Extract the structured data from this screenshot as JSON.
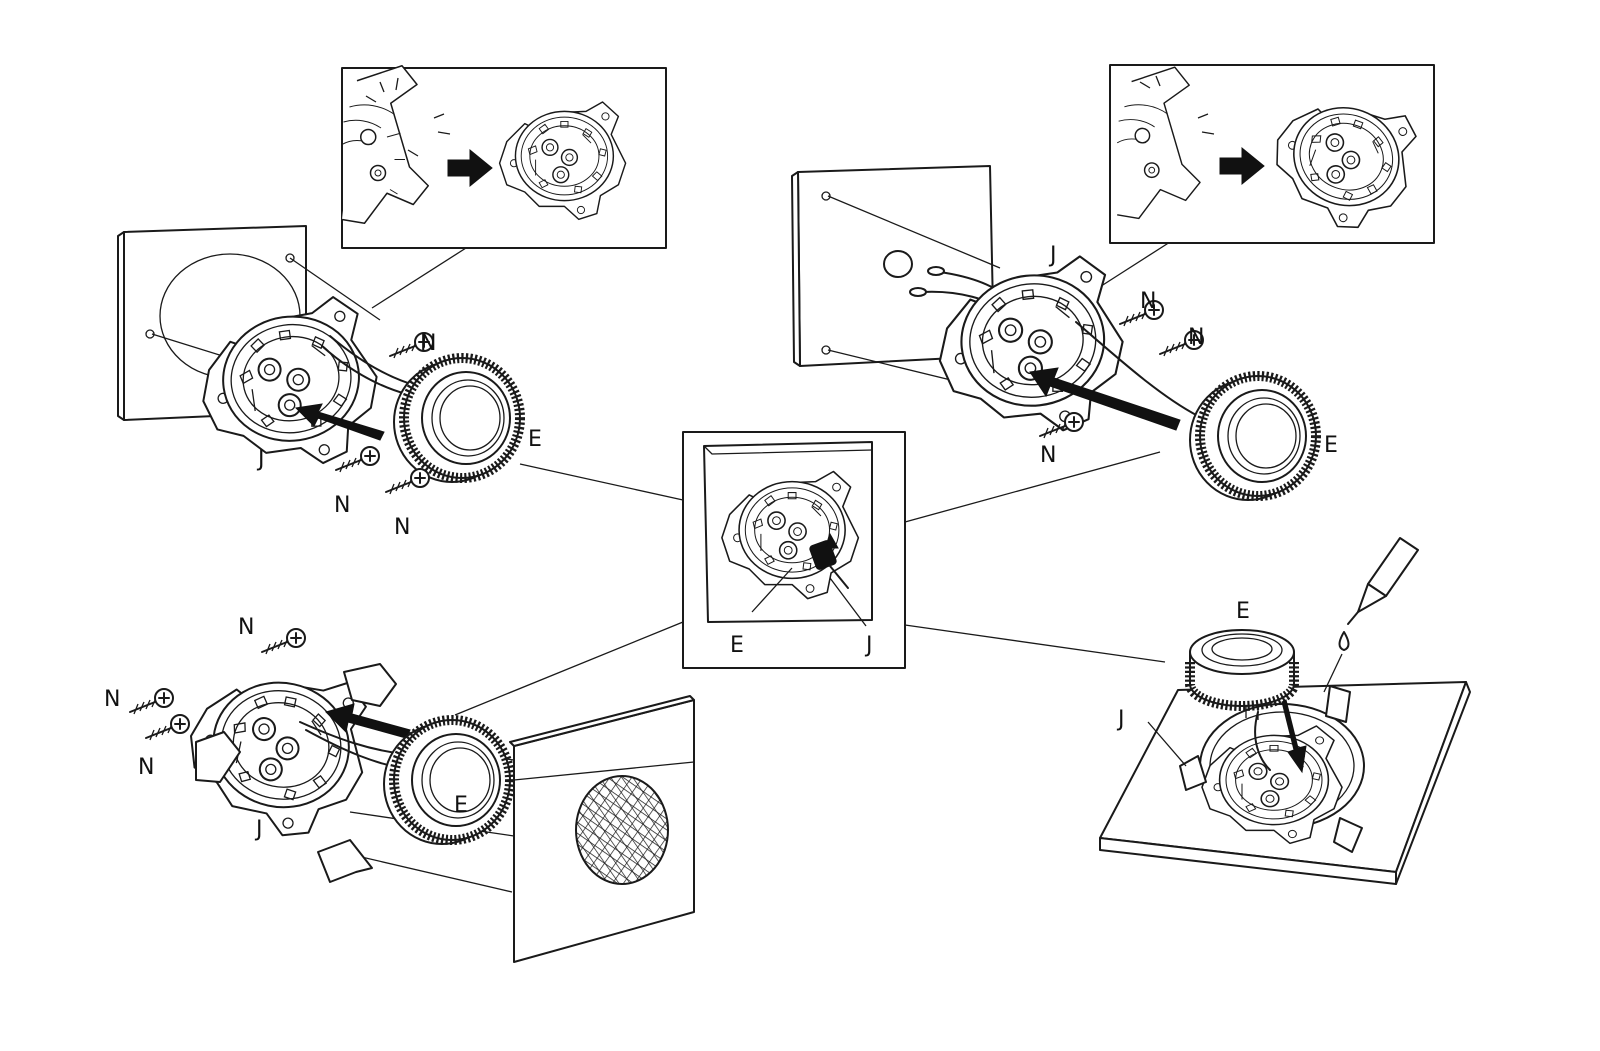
{
  "labels": {
    "E": "E",
    "J": "J",
    "N": "N"
  },
  "colors": {
    "ink": "#1a1a1a",
    "paper": "#ffffff"
  },
  "icons": [
    "screw-icon",
    "arrow-icon",
    "glue-tube-icon",
    "glue-drop-icon"
  ]
}
